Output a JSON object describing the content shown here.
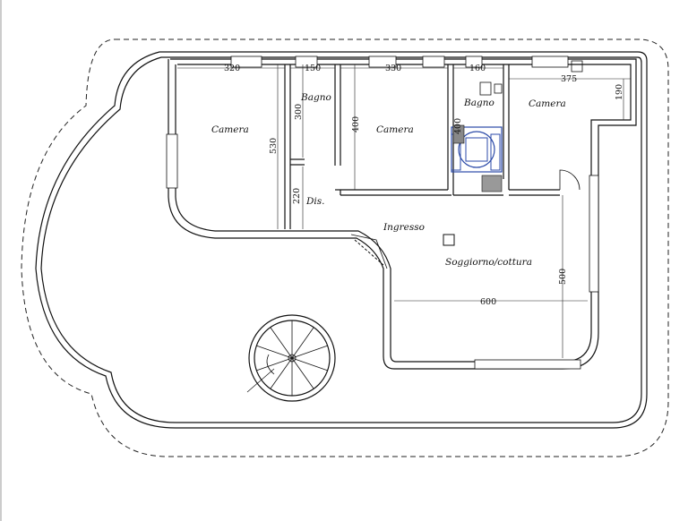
{
  "rooms": {
    "camera_left": "Camera",
    "bagno_left": "Bagno",
    "camera_center": "Camera",
    "bagno_right": "Bagno",
    "camera_right": "Camera",
    "dis": "Dis.",
    "ingresso": "Ingresso",
    "soggiorno": "Soggiorno/cottura"
  },
  "dimensions": {
    "d320": "320",
    "d150": "150",
    "d330": "330",
    "d160": "160",
    "d375": "375",
    "d190": "190",
    "d300": "300",
    "d530": "530",
    "d400a": "400",
    "d400b": "400",
    "d220": "220",
    "d600": "600",
    "d500": "500"
  }
}
